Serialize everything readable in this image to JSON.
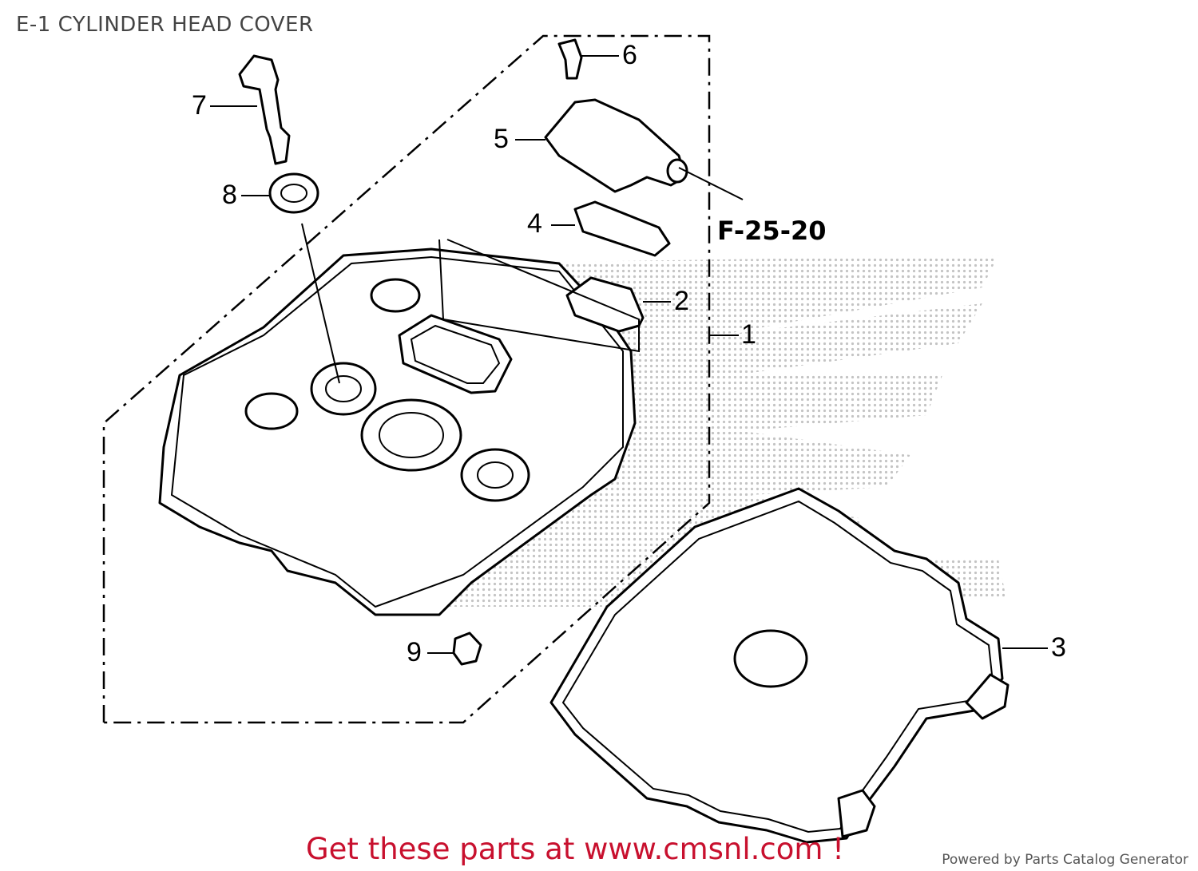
{
  "diagram": {
    "title": "E-1 CYLINDER HEAD COVER",
    "reference": "F-25-20",
    "callouts": [
      "1",
      "2",
      "3",
      "4",
      "5",
      "6",
      "7",
      "8",
      "9"
    ]
  },
  "footer": {
    "cta": "Get these parts at www.cmsnl.com !",
    "powered_by": "Powered by Parts Catalog Generator"
  },
  "colors": {
    "cta": "#c8102e",
    "line": "#000000",
    "watermark": "#bbbbbb"
  }
}
